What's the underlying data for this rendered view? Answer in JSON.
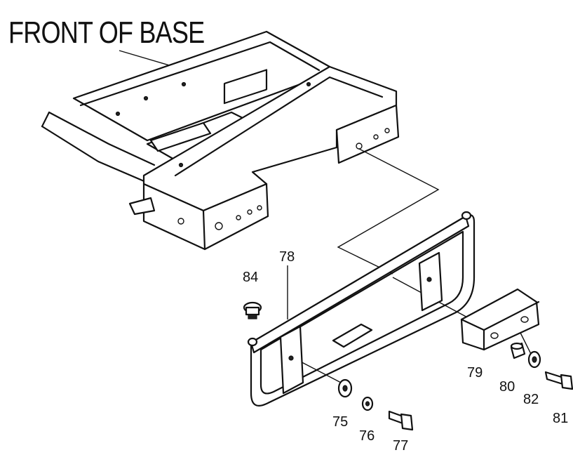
{
  "title": "FRONT OF BASE",
  "callouts": {
    "p75": "75",
    "p76": "76",
    "p77": "77",
    "p78": "78",
    "p79": "79",
    "p80": "80",
    "p81": "81",
    "p82": "82",
    "p84": "84"
  }
}
